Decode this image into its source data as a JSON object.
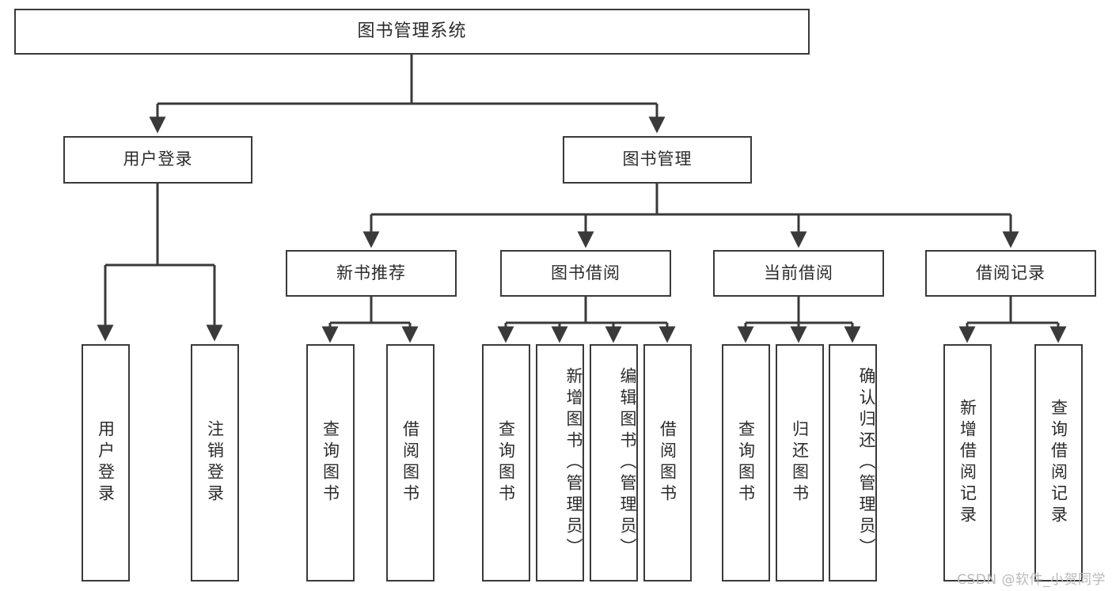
{
  "diagram": {
    "title": "图书管理系统",
    "type": "功能结构图",
    "line_color": "#3a3a3a",
    "box_fill": "#ffffff",
    "text_color": "#2b2b2b",
    "watermark": "CSDN @软件_小贺同学"
  },
  "nodes": {
    "root": {
      "label": "图书管理系统"
    },
    "level2": [
      {
        "label": "用户登录"
      },
      {
        "label": "图书管理"
      }
    ],
    "level3": [
      {
        "label": "新书推荐"
      },
      {
        "label": "图书借阅"
      },
      {
        "label": "当前借阅"
      },
      {
        "label": "借阅记录"
      }
    ],
    "leaves": {
      "user_login": [
        {
          "label": "用户登录"
        },
        {
          "label": "注销登录"
        }
      ],
      "new_book_recommend": [
        {
          "label": "查询图书"
        },
        {
          "label": "借阅图书"
        }
      ],
      "book_borrow": [
        {
          "label": "查询图书"
        },
        {
          "label": "新增图书（管理员）"
        },
        {
          "label": "编辑图书（管理员）"
        },
        {
          "label": "借阅图书"
        }
      ],
      "current_borrow": [
        {
          "label": "查询图书"
        },
        {
          "label": "归还图书"
        },
        {
          "label": "确认归还（管理员）"
        }
      ],
      "borrow_records": [
        {
          "label": "新增借阅记录"
        },
        {
          "label": "查询借阅记录"
        }
      ]
    }
  },
  "chart_data": {
    "type": "diagram",
    "title": "图书管理系统",
    "hierarchy": [
      {
        "label": "图书管理系统",
        "children": [
          {
            "label": "用户登录",
            "children": [
              {
                "label": "用户登录"
              },
              {
                "label": "注销登录"
              }
            ]
          },
          {
            "label": "图书管理",
            "children": [
              {
                "label": "新书推荐",
                "children": [
                  {
                    "label": "查询图书"
                  },
                  {
                    "label": "借阅图书"
                  }
                ]
              },
              {
                "label": "图书借阅",
                "children": [
                  {
                    "label": "查询图书"
                  },
                  {
                    "label": "新增图书（管理员）"
                  },
                  {
                    "label": "编辑图书（管理员）"
                  },
                  {
                    "label": "借阅图书"
                  }
                ]
              },
              {
                "label": "当前借阅",
                "children": [
                  {
                    "label": "查询图书"
                  },
                  {
                    "label": "归还图书"
                  },
                  {
                    "label": "确认归还（管理员）"
                  }
                ]
              },
              {
                "label": "借阅记录",
                "children": [
                  {
                    "label": "新增借阅记录"
                  },
                  {
                    "label": "查询借阅记录"
                  }
                ]
              }
            ]
          }
        ]
      }
    ]
  }
}
